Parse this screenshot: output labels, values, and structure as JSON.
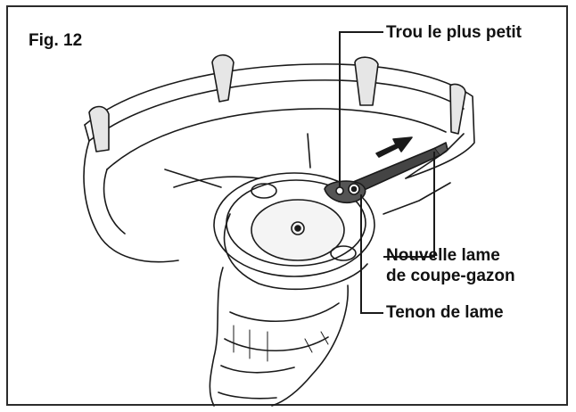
{
  "figure": {
    "label": "Fig. 12"
  },
  "callouts": {
    "smallest_hole": "Trou le plus petit",
    "new_blade_line1": "Nouvelle lame",
    "new_blade_line2": "de coupe-gazon",
    "blade_tenon": "Tenon de lame"
  },
  "colors": {
    "ink": "#1a1a1a",
    "frame": "#2b2b2b",
    "shade": "#d9d9d9",
    "blade": "#3a3a3a"
  }
}
